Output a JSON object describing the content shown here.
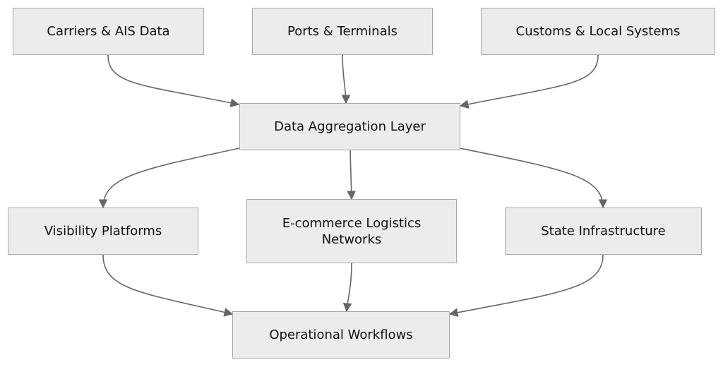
{
  "diagram": {
    "type": "flowchart",
    "direction": "top-down",
    "nodes": [
      {
        "id": "carriers",
        "label": "Carriers & AIS Data"
      },
      {
        "id": "ports",
        "label": "Ports & Terminals"
      },
      {
        "id": "customs",
        "label": "Customs & Local Systems"
      },
      {
        "id": "aggregation",
        "label": "Data Aggregation Layer"
      },
      {
        "id": "visibility",
        "label": "Visibility Platforms"
      },
      {
        "id": "ecommerce",
        "label": "E-commerce Logistics Networks"
      },
      {
        "id": "state",
        "label": "State Infrastructure"
      },
      {
        "id": "workflows",
        "label": "Operational Workflows"
      }
    ],
    "edges": [
      {
        "from": "carriers",
        "to": "aggregation"
      },
      {
        "from": "ports",
        "to": "aggregation"
      },
      {
        "from": "customs",
        "to": "aggregation"
      },
      {
        "from": "aggregation",
        "to": "visibility"
      },
      {
        "from": "aggregation",
        "to": "ecommerce"
      },
      {
        "from": "aggregation",
        "to": "state"
      },
      {
        "from": "visibility",
        "to": "workflows"
      },
      {
        "from": "ecommerce",
        "to": "workflows"
      },
      {
        "from": "state",
        "to": "workflows"
      }
    ],
    "colors": {
      "node_fill": "#ececec",
      "node_border": "#a8a8a8",
      "edge": "#666666"
    }
  }
}
